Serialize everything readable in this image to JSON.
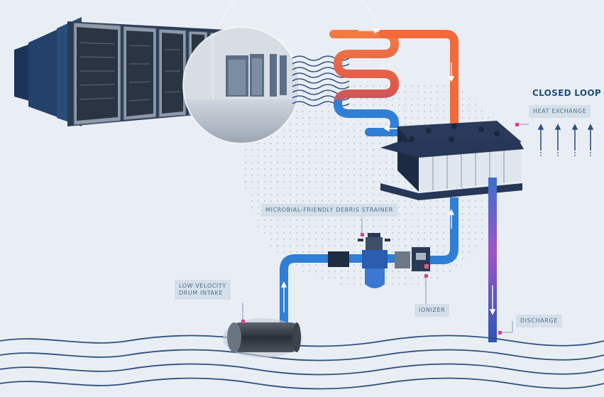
{
  "labels": {
    "closed_loop": "CLOSED LOOP",
    "heat_exchange": "HEAT EXCHANGE",
    "strainer": "MICROBIAL-FRIENDLY DEBRIS STRAINER",
    "intake_line1": "LOW VELOCITY",
    "intake_line2": "DRUM INTAKE",
    "ionizer": "IONIZER",
    "discharge": "DISCHARGE"
  },
  "colors": {
    "background": "#e9eef4",
    "hot_pipe": "#f26a3a",
    "cold_pipe": "#2f7fd6",
    "deep_blue": "#1c55a8",
    "rack_navy": "#1b3458",
    "label_bg": "#d5dfe9",
    "label_text": "#4f6e8a",
    "title_text": "#1f4f7c",
    "water_line": "#2d4f80"
  },
  "icons": [
    "server-rack-icon",
    "heat-exchanger-icon",
    "strainer-icon",
    "ionizer-icon",
    "drum-intake-icon",
    "flow-arrow-icon"
  ]
}
